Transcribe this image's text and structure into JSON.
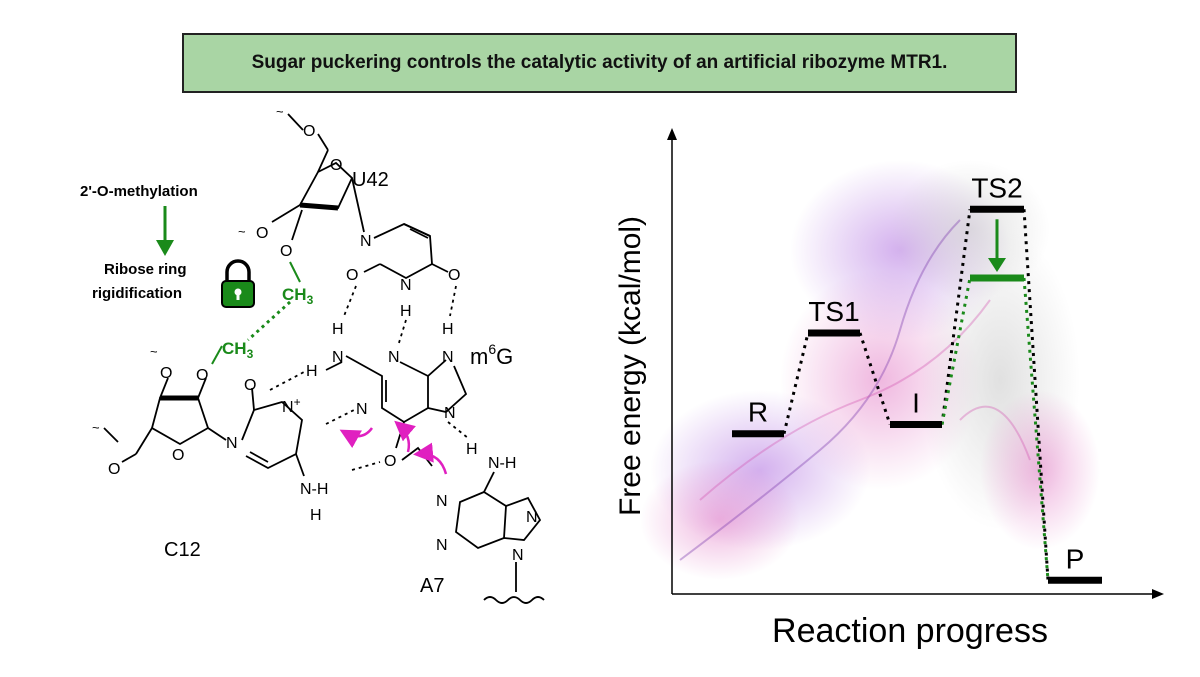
{
  "banner": {
    "text": "Sugar puckering controls the catalytic activity of an artificial ribozyme MTR1."
  },
  "scheme": {
    "modification": "2'-O-methylation",
    "effect_line1": "Ribose ring",
    "effect_line2": "rigidification",
    "residues": {
      "u42": "U42",
      "m6g": "m",
      "m6g_sup": "6",
      "m6g_base": "G",
      "c12": "C12",
      "a7": "A7"
    },
    "methyl_upper": "CH",
    "methyl_lower": "CH",
    "methyl_sub": "3",
    "atoms": {
      "O": "O",
      "N": "N",
      "H": "H",
      "NH": "N-H",
      "Nplus": "N",
      "plus": "+"
    }
  },
  "energy_diagram": {
    "ylabel": "Free energy  (kcal/mol)",
    "xlabel": "Reaction  progress",
    "states": [
      {
        "label": "R",
        "level": 0.35
      },
      {
        "label": "TS1",
        "level": 0.57
      },
      {
        "label": "I",
        "level": 0.37
      },
      {
        "label": "TS2",
        "level": 0.84
      },
      {
        "label": "P",
        "level": 0.03
      }
    ],
    "lowered_ts2_level": 0.69,
    "colors": {
      "levels": "#000000",
      "lowered": "#1a8a1a",
      "arrows": "#e020c0",
      "green": "#1a8a1a"
    }
  }
}
